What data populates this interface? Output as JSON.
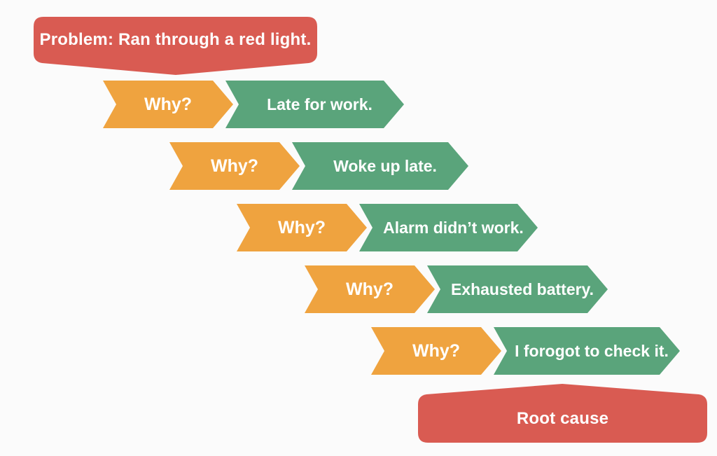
{
  "problem_banner": {
    "label": "Problem: Ran through a red light."
  },
  "root_banner": {
    "label": "Root cause"
  },
  "steps": [
    {
      "why": "Why?",
      "answer": "Late for work."
    },
    {
      "why": "Why?",
      "answer": "Woke up late."
    },
    {
      "why": "Why?",
      "answer": "Alarm didn’t work."
    },
    {
      "why": "Why?",
      "answer": "Exhausted battery."
    },
    {
      "why": "Why?",
      "answer": "I forogot to check it."
    }
  ],
  "colors": {
    "problem_red": "#D95B52",
    "why_orange": "#EFA33F",
    "answer_green": "#5AA47B",
    "background": "#FBFBFB",
    "text": "#FFFFFF"
  }
}
